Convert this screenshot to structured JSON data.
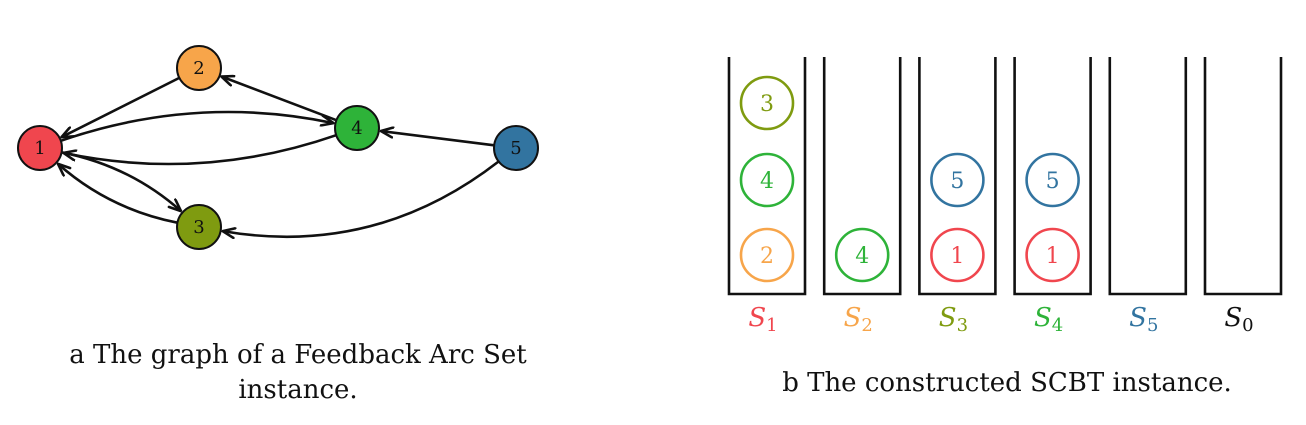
{
  "colors": {
    "red": "#f0464e",
    "orange": "#f7a54a",
    "olive": "#7f9b10",
    "green": "#2eb339",
    "blue": "#3274a0",
    "black": "#111111"
  },
  "graph": {
    "nodes": [
      {
        "id": "1",
        "label": "1",
        "color": "red"
      },
      {
        "id": "2",
        "label": "2",
        "color": "orange"
      },
      {
        "id": "3",
        "label": "3",
        "color": "olive"
      },
      {
        "id": "4",
        "label": "4",
        "color": "green"
      },
      {
        "id": "5",
        "label": "5",
        "color": "blue"
      }
    ],
    "edges": [
      {
        "from": "2",
        "to": "1"
      },
      {
        "from": "4",
        "to": "2"
      },
      {
        "from": "1",
        "to": "4"
      },
      {
        "from": "4",
        "to": "1"
      },
      {
        "from": "5",
        "to": "4"
      },
      {
        "from": "1",
        "to": "3"
      },
      {
        "from": "3",
        "to": "1"
      },
      {
        "from": "5",
        "to": "3"
      }
    ],
    "caption_line1": "a The graph of a Feedback Arc Set",
    "caption_line2": "instance."
  },
  "scbt": {
    "stacks": [
      {
        "name": "S",
        "sub": "1",
        "color": "red",
        "disks": [
          {
            "label": "2",
            "color": "orange"
          },
          {
            "label": "4",
            "color": "green"
          },
          {
            "label": "3",
            "color": "olive"
          }
        ]
      },
      {
        "name": "S",
        "sub": "2",
        "color": "orange",
        "disks": [
          {
            "label": "4",
            "color": "green"
          }
        ]
      },
      {
        "name": "S",
        "sub": "3",
        "color": "olive",
        "disks": [
          {
            "label": "1",
            "color": "red"
          },
          {
            "label": "5",
            "color": "blue"
          }
        ]
      },
      {
        "name": "S",
        "sub": "4",
        "color": "green",
        "disks": [
          {
            "label": "1",
            "color": "red"
          },
          {
            "label": "5",
            "color": "blue"
          }
        ]
      },
      {
        "name": "S",
        "sub": "5",
        "color": "blue",
        "disks": []
      },
      {
        "name": "S",
        "sub": "0",
        "color": "black",
        "disks": []
      }
    ],
    "caption": "b The constructed SCBT instance."
  }
}
